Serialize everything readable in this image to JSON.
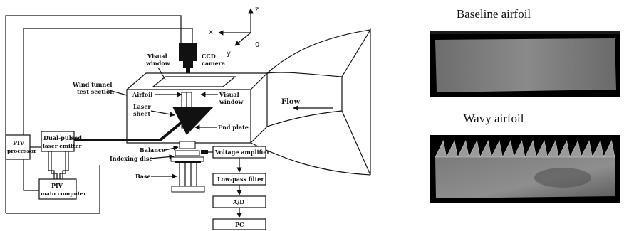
{
  "schematic": {
    "axes": {
      "z": "z",
      "x": "x",
      "y": "y",
      "origin": "0"
    },
    "labels": {
      "ccd_camera_1": "CCD",
      "ccd_camera_2": "camera",
      "visual_window_top_1": "Visual",
      "visual_window_top_2": "window",
      "wind_tunnel_1": "Wind tunnel",
      "wind_tunnel_2": "test section",
      "airfoil": "Airfoil",
      "laser_sheet_1": "Laser",
      "laser_sheet_2": "sheet",
      "visual_window_side_1": "Visual",
      "visual_window_side_2": "window",
      "flow": "Flow",
      "end_plate": "End plate",
      "piv_processor_1": "PIV",
      "piv_processor_2": "processor",
      "laser_emitter_1": "Dual-pulsed",
      "laser_emitter_2": "laser emitter",
      "balance": "Balance",
      "indexing_disc": "Indexing disc",
      "base": "Base",
      "piv_computer_1": "PIV",
      "piv_computer_2": "main computer",
      "voltage_amplifier": "Voltage amplifier",
      "low_pass_filter": "Low-pass filter",
      "ad": "A/D",
      "pc": "PC"
    }
  },
  "photos": {
    "baseline_caption": "Baseline airfoil",
    "wavy_caption": "Wavy airfoil"
  }
}
